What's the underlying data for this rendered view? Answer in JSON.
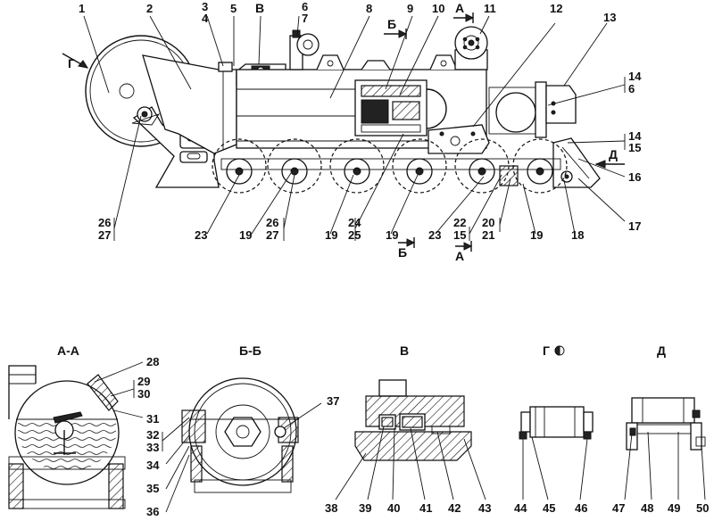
{
  "main_view": {
    "callouts_top": [
      "1",
      "2",
      "3",
      "4",
      "5",
      "В",
      "6",
      "7",
      "8",
      "9",
      "10",
      "А",
      "11",
      "12",
      "13"
    ],
    "callouts_right": [
      "14",
      "6",
      "14",
      "15",
      "Д",
      "16",
      "17"
    ],
    "callouts_bottom": [
      "26",
      "27",
      "23",
      "19",
      "26",
      "27",
      "19",
      "24",
      "25",
      "19",
      "Б",
      "23",
      "22",
      "15",
      "А",
      "20",
      "21",
      "19",
      "18"
    ],
    "view_arrow": "Г",
    "section_arrow_b": "Б",
    "section_arrow_a": "А"
  },
  "views": {
    "aa": {
      "title": "А-А",
      "callouts": [
        "28",
        "29",
        "30",
        "31",
        "32",
        "33",
        "34",
        "35",
        "36"
      ]
    },
    "bb": {
      "title": "Б-Б",
      "callouts": [
        "37"
      ]
    },
    "v": {
      "title": "В",
      "callouts": [
        "38",
        "39",
        "40",
        "41",
        "42",
        "43"
      ]
    },
    "g": {
      "title": "Г",
      "callouts": [
        "44",
        "45",
        "46"
      ]
    },
    "d": {
      "title": "Д",
      "callouts": [
        "47",
        "48",
        "49",
        "50"
      ]
    }
  }
}
